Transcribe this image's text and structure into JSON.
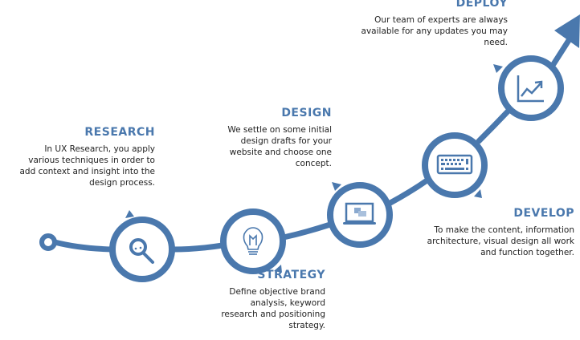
{
  "accent_color": "#4a78ad",
  "steps": [
    {
      "title": "RESEARCH",
      "text": "In UX Research, you apply various techniques in order to add context and insight into the design process.",
      "icon": "magnifier-icon"
    },
    {
      "title": "STRATEGY",
      "text": "Define objective brand analysis, keyword research and positioning strategy.",
      "icon": "lightbulb-icon"
    },
    {
      "title": "DESIGN",
      "text": "We settle on some initial design drafts for your website and choose one concept.",
      "icon": "laptop-icon"
    },
    {
      "title": "DEVELOP",
      "text": "To make the content, information architecture, visual design all work and function together.",
      "icon": "keyboard-icon"
    },
    {
      "title": "DEPLOY",
      "text": "Our team of experts are always available for any updates you may need.",
      "icon": "growth-chart-icon"
    }
  ]
}
